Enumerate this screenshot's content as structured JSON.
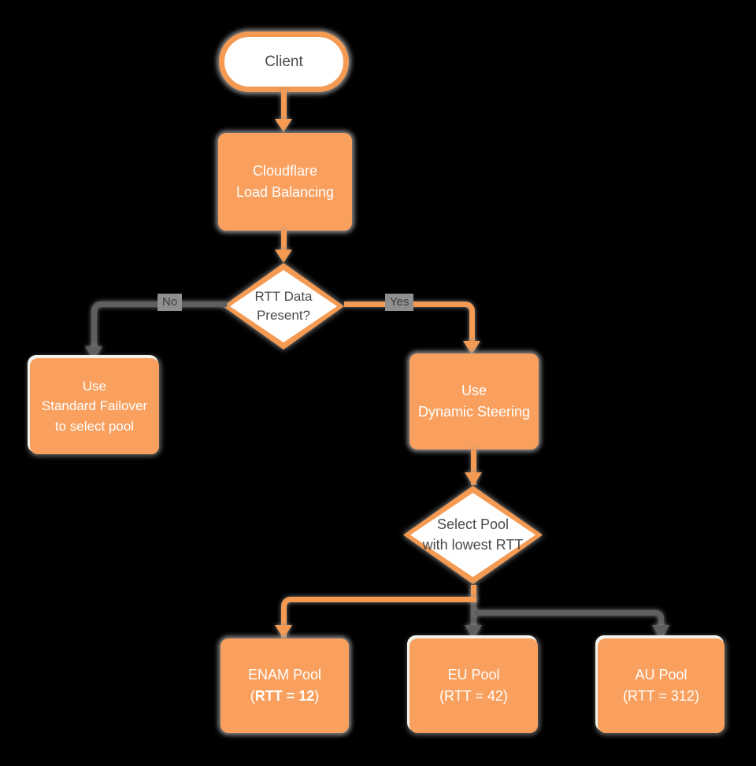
{
  "diagram": {
    "background": "#000000",
    "colors": {
      "process_fill": "#f9a05e",
      "accent_line": "#f49a52",
      "inactive_line": "#5f5f5f",
      "decision_text": "#4a4a4a",
      "process_text": "#ffffff",
      "shadow": "#9c9c9c"
    },
    "nodes": {
      "client": {
        "label": "Client"
      },
      "load_balancing": {
        "line1": "Cloudflare",
        "line2": "Load Balancing"
      },
      "rtt_decision": {
        "line1": "RTT Data",
        "line2": "Present?"
      },
      "standard_failover": {
        "line1": "Use",
        "line2": "Standard Failover",
        "line3": "to select pool"
      },
      "dynamic_steering": {
        "line1": "Use",
        "line2": "Dynamic Steering"
      },
      "select_pool_decision": {
        "line1": "Select Pool",
        "line2": "with lowest RTT"
      },
      "enam_pool": {
        "line1": "ENAM Pool",
        "paren_open": "(",
        "rtt_bold": "RTT = 12",
        "paren_close": ")"
      },
      "eu_pool": {
        "line1": "EU Pool",
        "line2": "(RTT = 42)"
      },
      "au_pool": {
        "line1": "AU Pool",
        "line2": "(RTT = 312)"
      }
    },
    "edge_labels": {
      "no": "No",
      "yes": "Yes"
    }
  }
}
